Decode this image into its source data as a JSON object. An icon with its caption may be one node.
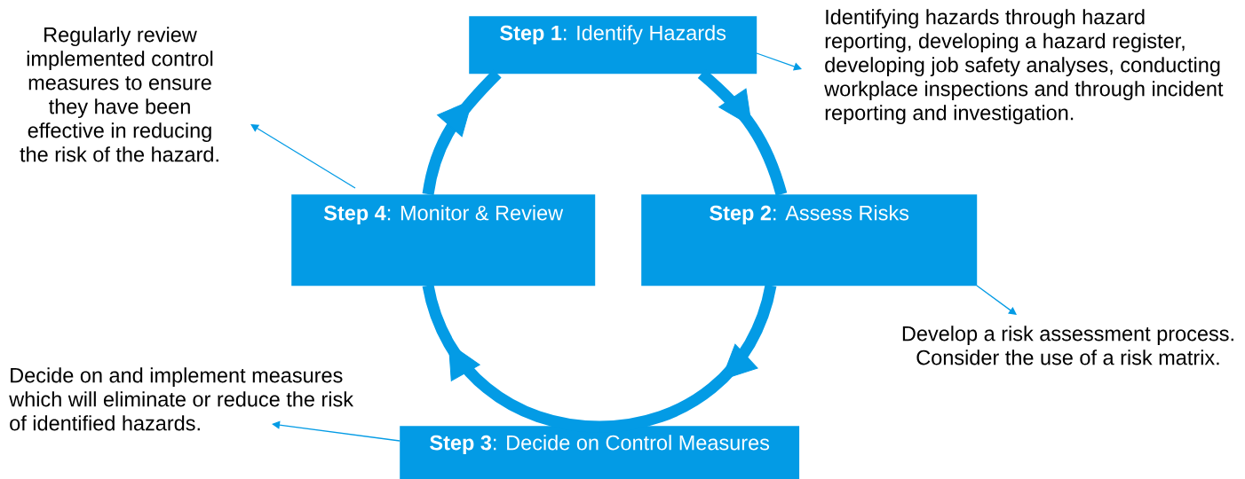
{
  "diagram": {
    "nodes": [
      {
        "text": [
          "**Step 1**: Identify Hazards"
        ]
      },
      {
        "text": [
          "**Step 2**: Assess Risks"
        ]
      },
      {
        "text": [
          "**Step 3**: Decide on Control Measures"
        ]
      },
      {
        "text": [
          "**Step 4**: Monitor & Review"
        ]
      },
      {
        "text": [
          "Regularly review implemented control measures to ensure they have been effective in reducing the risk of the hazard."
        ]
      },
      {
        "text": [
          "Identifying hazards through hazard reporting, developing a hazard register, developing job safety analyses, conducting workplace inspections and through incident reporting and investigation."
        ]
      },
      {
        "text": [
          "Develop a risk assessment process. Consider the use of a risk matrix."
        ]
      },
      {
        "text": [
          "Decide on and implement measures which will eliminate or reduce the risk of identified hazards."
        ]
      }
    ],
    "edges": [
      {
        "from": 0,
        "to": 1,
        "arrow": "to",
        "style": "thick"
      },
      {
        "from": 1,
        "to": 2,
        "arrow": "to",
        "style": "thick"
      },
      {
        "from": 2,
        "to": 3,
        "arrow": "to",
        "style": "thick"
      },
      {
        "from": 3,
        "to": 0,
        "arrow": "to",
        "style": "thick"
      },
      {
        "from": 0,
        "to": 5,
        "arrow": "to"
      },
      {
        "from": 1,
        "to": 6,
        "arrow": "to"
      },
      {
        "from": 2,
        "to": 7,
        "arrow": "to"
      },
      {
        "from": 3,
        "to": 4,
        "arrow": "to"
      }
    ]
  }
}
